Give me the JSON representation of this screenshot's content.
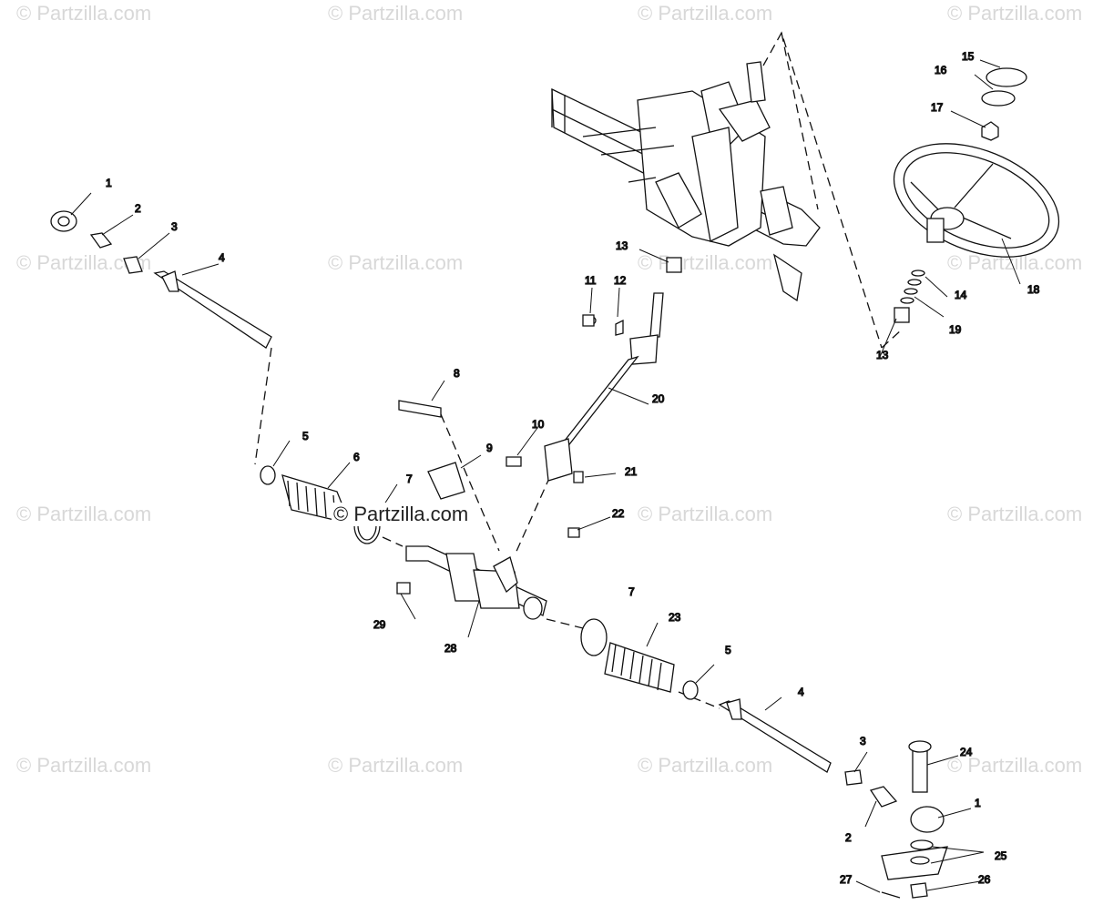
{
  "watermark": "© Partzilla.com",
  "watermark_center": "© Partzilla.com",
  "callouts": [
    "1",
    "2",
    "3",
    "4",
    "5",
    "6",
    "7",
    "8",
    "9",
    "10",
    "11",
    "12",
    "13",
    "14",
    "15",
    "16",
    "17",
    "18",
    "19",
    "20",
    "21",
    "22",
    "23",
    "24",
    "25",
    "26",
    "27",
    "28",
    "29"
  ],
  "colors": {
    "line": "#111111",
    "watermark": "#d8d8d8"
  }
}
